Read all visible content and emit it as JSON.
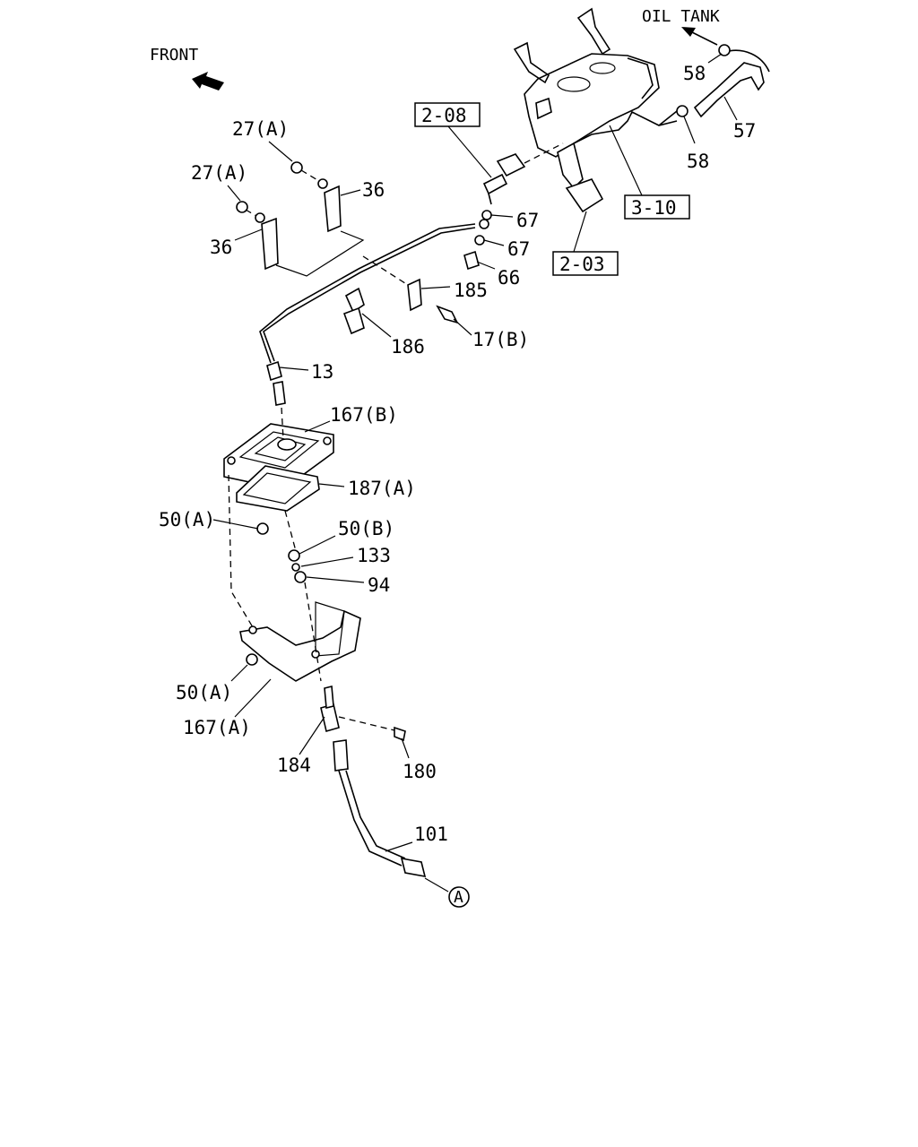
{
  "header": {
    "front": "FRONT",
    "oil_tank": "OIL TANK"
  },
  "refs": {
    "r208": "2-08",
    "r310": "3-10",
    "r203": "2-03",
    "circle_a": "A"
  },
  "callouts": {
    "c27a_1": "27(A)",
    "c27a_2": "27(A)",
    "c36_1": "36",
    "c36_2": "36",
    "c58_1": "58",
    "c58_2": "58",
    "c57": "57",
    "c67_1": "67",
    "c67_2": "67",
    "c66": "66",
    "c185": "185",
    "c186": "186",
    "c17b": "17(B)",
    "c13": "13",
    "c167b": "167(B)",
    "c187a": "187(A)",
    "c50a_1": "50(A)",
    "c50b": "50(B)",
    "c133": "133",
    "c94": "94",
    "c50a_2": "50(A)",
    "c167a": "167(A)",
    "c184": "184",
    "c180": "180",
    "c101": "101"
  }
}
